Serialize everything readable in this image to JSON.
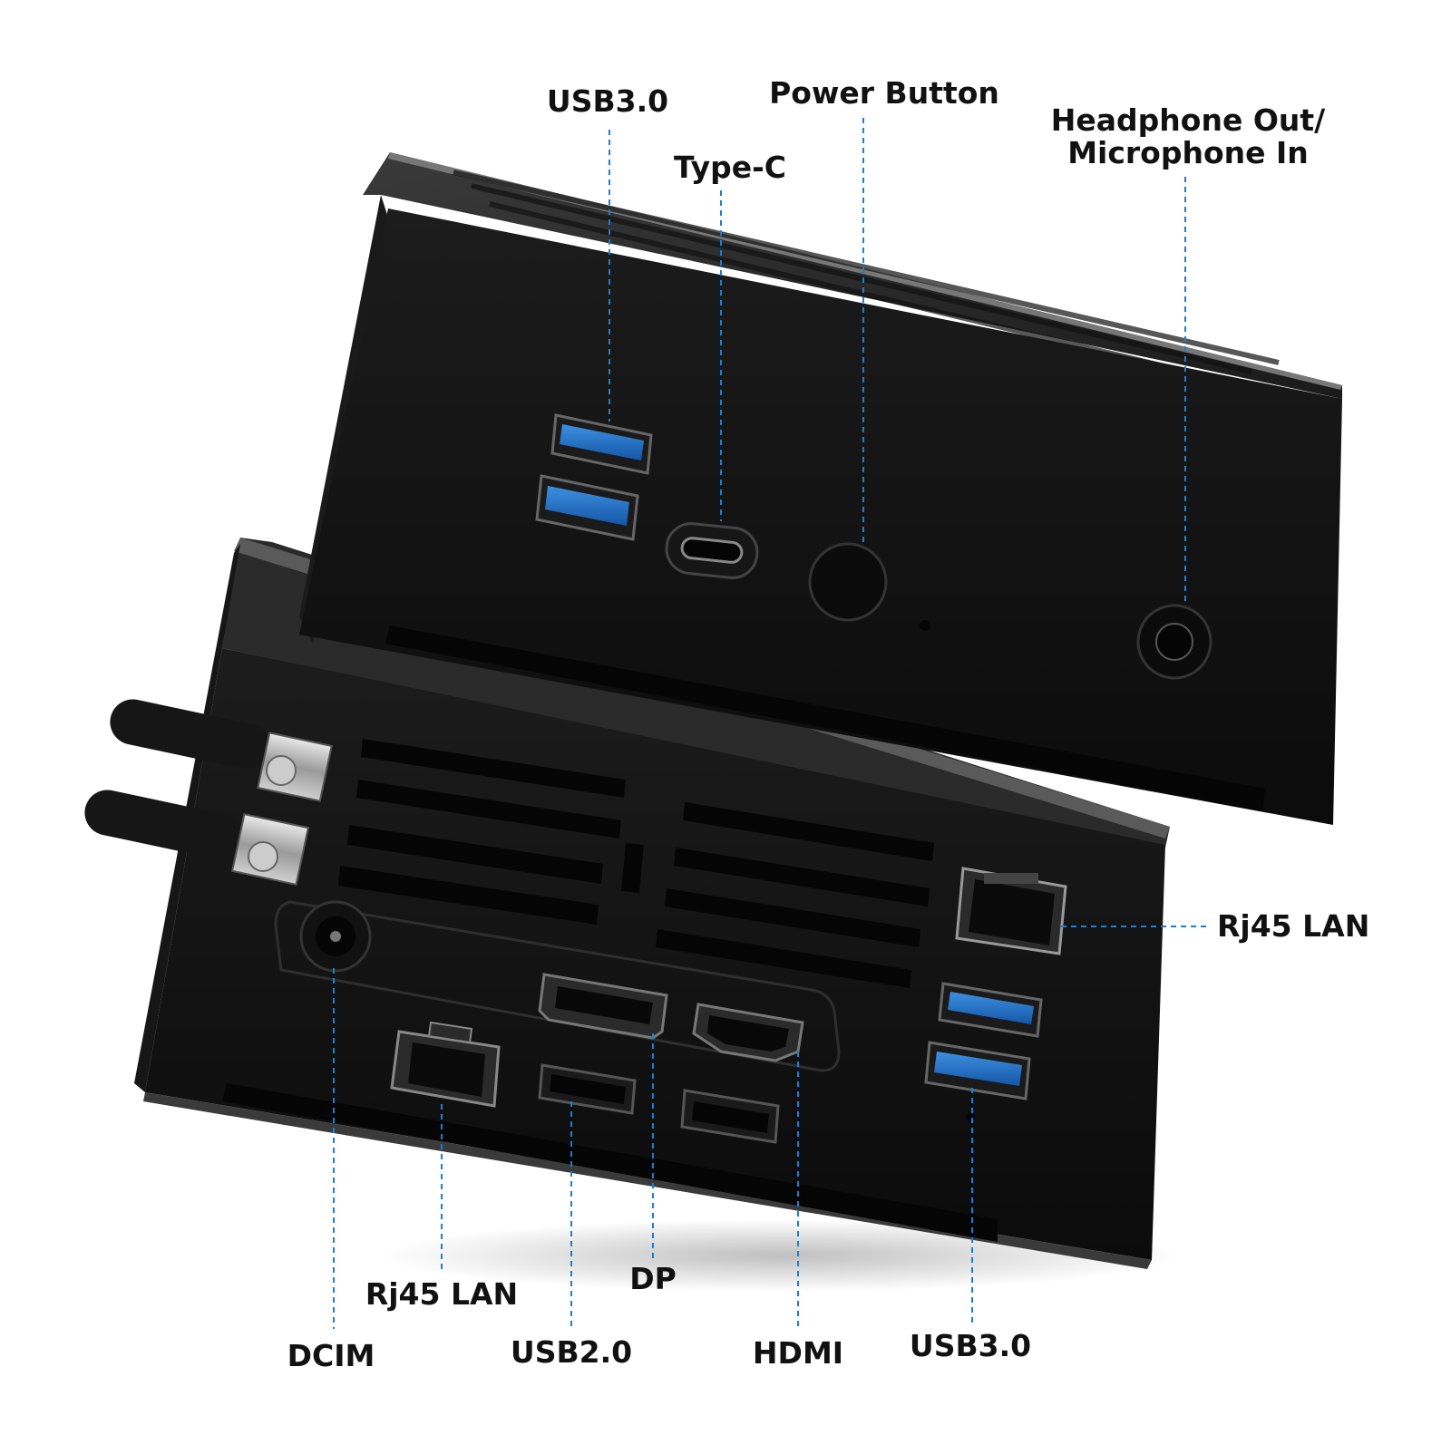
{
  "accent_color": "#1a7fd6",
  "labels": {
    "usb30_top": "USB3.0",
    "typec": "Type-C",
    "power_button": "Power Button",
    "headphone_line1": "Headphone Out/",
    "headphone_line2": "Microphone In",
    "rj45_right": "Rj45 LAN",
    "rj45_bottom": "Rj45 LAN",
    "dp": "DP",
    "dcim": "DCIM",
    "usb20": "USB2.0",
    "hdmi": "HDMI",
    "usb30_bottom": "USB3.0"
  }
}
